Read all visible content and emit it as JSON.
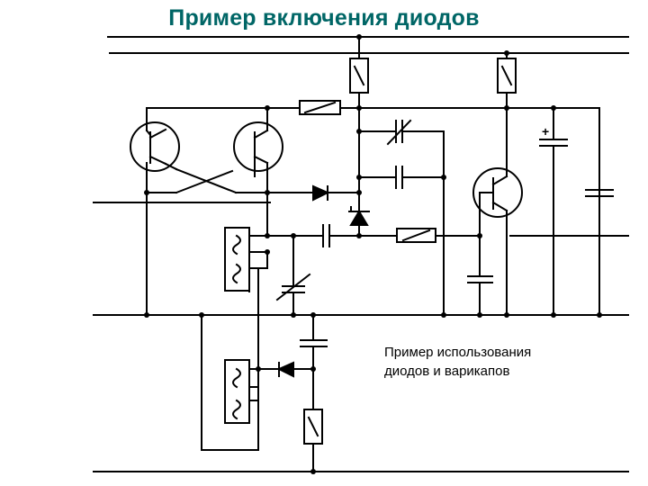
{
  "slide": {
    "title": "Пример включения диодов",
    "caption_lines": [
      "Пример использования",
      "диодов и варикапов"
    ]
  },
  "colors": {
    "title": "#006666",
    "wire": "#000000",
    "background": "#ffffff"
  },
  "symbols": {
    "plus_sign": "+"
  }
}
